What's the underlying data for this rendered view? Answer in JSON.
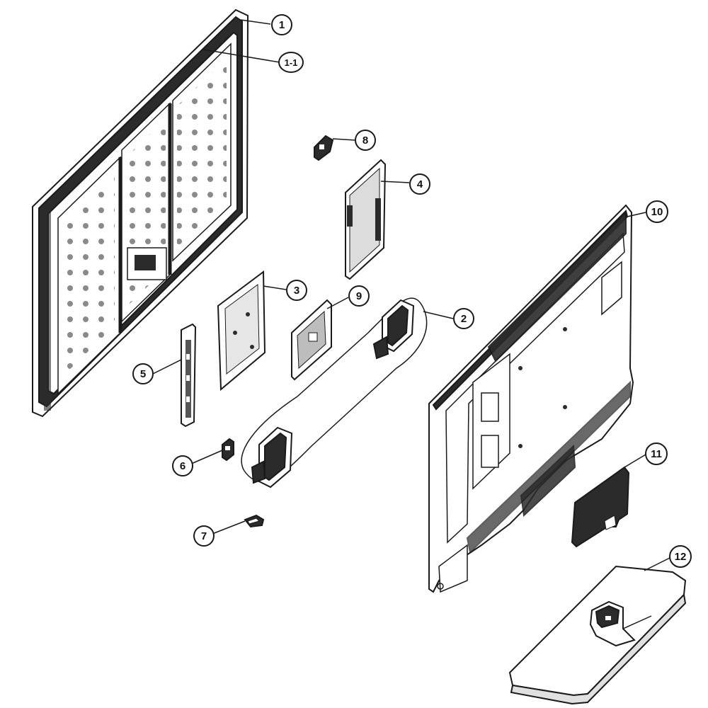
{
  "diagram": {
    "callouts": [
      {
        "id": "c1",
        "label": "1"
      },
      {
        "id": "c1-1",
        "label": "1-1"
      },
      {
        "id": "c2",
        "label": "2"
      },
      {
        "id": "c3",
        "label": "3"
      },
      {
        "id": "c4",
        "label": "4"
      },
      {
        "id": "c5",
        "label": "5"
      },
      {
        "id": "c6",
        "label": "6"
      },
      {
        "id": "c7",
        "label": "7"
      },
      {
        "id": "c8",
        "label": "8"
      },
      {
        "id": "c9",
        "label": "9"
      },
      {
        "id": "c10",
        "label": "10"
      },
      {
        "id": "c11",
        "label": "11"
      },
      {
        "id": "c12",
        "label": "12"
      }
    ],
    "colors": {
      "line": "#1a1a1a",
      "fill_dark": "#2b2b2b",
      "fill_light": "#ffffff",
      "fill_mid": "#cfcfcf"
    }
  }
}
